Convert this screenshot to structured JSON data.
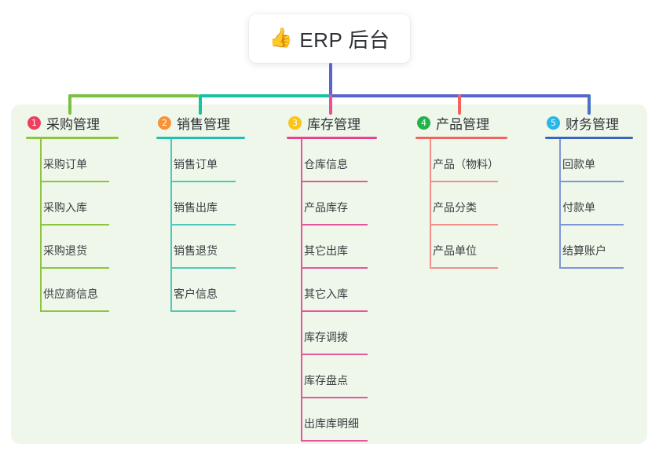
{
  "root": {
    "icon": "thumbs-up-emoji",
    "emoji": "👍",
    "title": "ERP 后台"
  },
  "palette": {
    "panel_bg": "#eef7e9",
    "page_bg": "#ffffff",
    "text": "#2f3236",
    "bus_green": "#7ac143",
    "bus_teal": "#16c2a3",
    "bus_blue": "#5b63cf",
    "drop_green": "#7ac143",
    "drop_teal": "#16c2a3",
    "drop_pink": "#ea4f9a",
    "drop_red": "#f4625f",
    "drop_blue": "#4a72c4"
  },
  "columns": [
    {
      "number": "1",
      "title": "采购管理",
      "badge_color": "#ef3f5e",
      "rule_color": "#8cc63f",
      "line_color": "#8cc63f",
      "connector_color": "#7ac143",
      "items": [
        "采购订单",
        "采购入库",
        "采购退货",
        "供应商信息"
      ]
    },
    {
      "number": "2",
      "title": "销售管理",
      "badge_color": "#f79239",
      "rule_color": "#1fc2b0",
      "line_color": "#4fc8bb",
      "connector_color": "#16c2a3",
      "items": [
        "销售订单",
        "销售出库",
        "销售退货",
        "客户信息"
      ]
    },
    {
      "number": "3",
      "title": "库存管理",
      "badge_color": "#fcc419",
      "rule_color": "#ec3f91",
      "line_color": "#e8559e",
      "connector_color": "#ea4f9a",
      "items": [
        "仓库信息",
        "产品库存",
        "其它出库",
        "其它入库",
        "库存调拨",
        "库存盘点",
        "出库库明细"
      ]
    },
    {
      "number": "4",
      "title": "产品管理",
      "badge_color": "#21b34a",
      "rule_color": "#f4625f",
      "line_color": "#f58e8b",
      "connector_color": "#f4625f",
      "items": [
        "产品（物料）",
        "产品分类",
        "产品单位"
      ]
    },
    {
      "number": "5",
      "title": "财务管理",
      "badge_color": "#29b6e8",
      "rule_color": "#3b64c4",
      "line_color": "#7d96d8",
      "connector_color": "#4a72c4",
      "items": [
        "回款单",
        "付款单",
        "结算账户"
      ]
    }
  ]
}
